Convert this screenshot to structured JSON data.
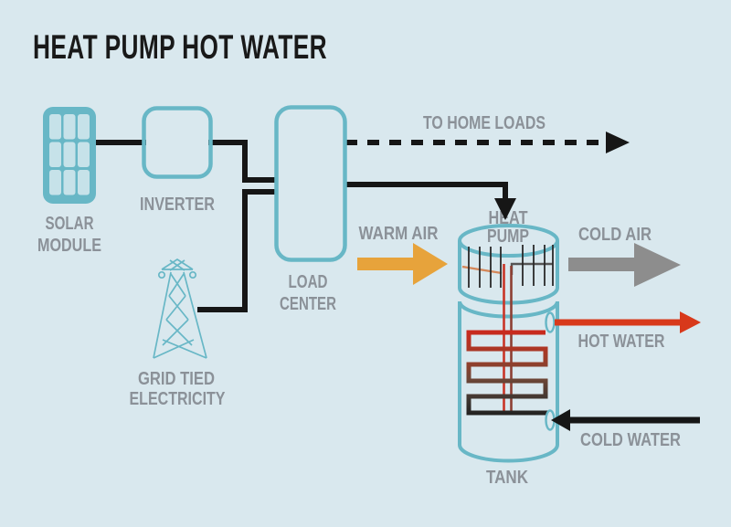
{
  "title": "HEAT PUMP HOT WATER",
  "diagram": {
    "solar": {
      "label_line1": "SOLAR",
      "label_line2": "MODULE"
    },
    "inverter": {
      "label": "INVERTER"
    },
    "load_center": {
      "label_line1": "LOAD",
      "label_line2": "CENTER"
    },
    "grid": {
      "label_line1": "GRID TIED",
      "label_line2": "ELECTRICITY"
    },
    "heat_pump": {
      "label_line1": "HEAT",
      "label_line2": "PUMP"
    },
    "tank": {
      "label": "TANK"
    },
    "flows": {
      "to_home_loads": "TO HOME LOADS",
      "warm_air": "WARM AIR",
      "cold_air": "COLD AIR",
      "hot_water": "HOT WATER",
      "cold_water": "COLD WATER"
    }
  },
  "colors": {
    "background": "#d9e8ee",
    "title_ink": "#191919",
    "label_gray": "#8b9198",
    "panel_teal": "#68b7c6",
    "solar_cell": "#c6e2e9",
    "wire_black": "#161616",
    "warm_air_orange": "#e7a33b",
    "cold_air_gray": "#8d8d8d",
    "hot_water_red": "#d8391b",
    "coil_top_red": "#d0271c",
    "coil_bottom_black": "#1f1f1f",
    "fin_orange": "#d4875a",
    "fin_gray": "#555555",
    "pipe_red": "#c93527",
    "pipe_dark": "#8d3f33"
  }
}
